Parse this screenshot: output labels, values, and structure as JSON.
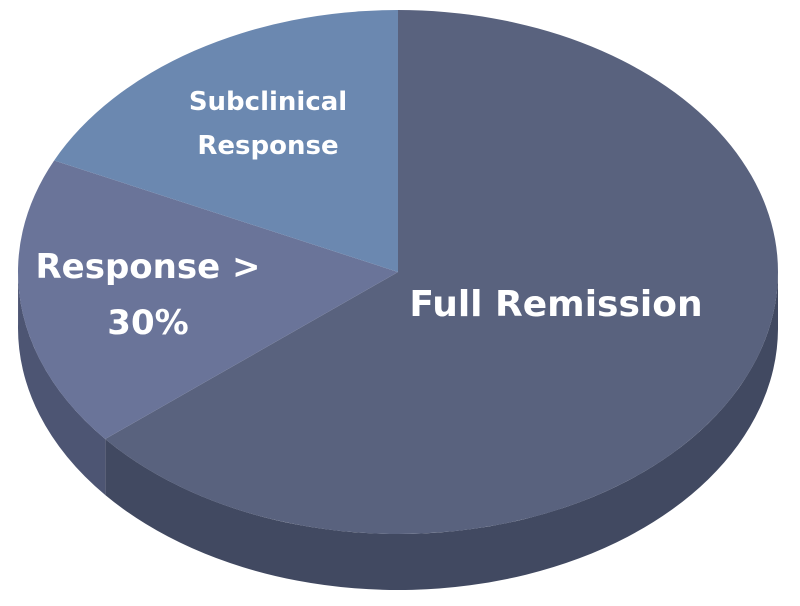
{
  "chart_data": {
    "type": "pie",
    "style": "3d",
    "title": "",
    "slices": [
      {
        "label": "Full Remission",
        "value": 64,
        "color": "#59627e",
        "side_color": "#414961"
      },
      {
        "label": "Response > 30%",
        "value": 18,
        "color": "#6a7499",
        "side_color": "#4d5573"
      },
      {
        "label": "Subclinical Response",
        "value": 18,
        "color": "#6b88b0",
        "side_color": "#51688a"
      }
    ],
    "label_lines": [
      [
        "Full Remission"
      ],
      [
        "Response >",
        "30%"
      ],
      [
        "Subclinical",
        "Response"
      ]
    ]
  }
}
